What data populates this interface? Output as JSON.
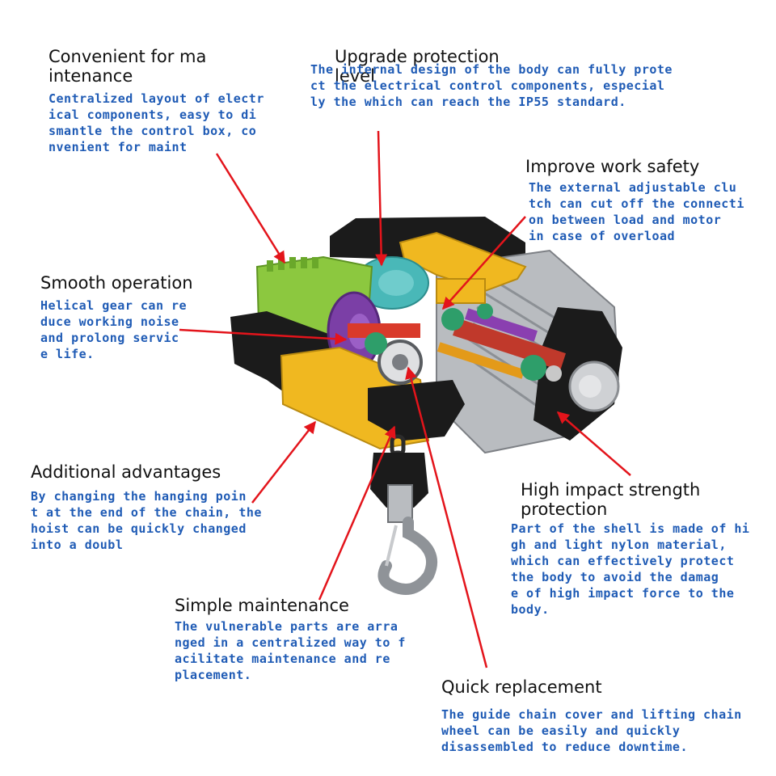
{
  "colors": {
    "arrow": "#e3141b",
    "title_text": "#111111",
    "description_text": "#1f5bb5",
    "shell_black": "#1b1b1b",
    "shell_yellow": "#f0b820",
    "motor_silver": "#b9bcc0",
    "gear_purple": "#7b3fa6",
    "control_green": "#8cc83f",
    "cover_teal": "#49b8b8",
    "hook_steel": "#8f9398"
  },
  "features": [
    {
      "title": "Convenient for ma\nintenance",
      "description": "Centralized layout of electr\nical components, easy to di\nsmantle the control box, co\nnvenient for maint"
    },
    {
      "title": "Upgrade protection\nlevel",
      "description": "The internal design of the body can fully prote\nct the electrical control components, especial\nly the which can reach the IP55 standard."
    },
    {
      "title": "Improve work safety",
      "description": "The external adjustable clu\ntch can cut off the connecti\non between load and motor\n in case of overload"
    },
    {
      "title": "Smooth operation",
      "description": "Helical gear can re\nduce working noise\n and prolong servic\ne life."
    },
    {
      "title": "Additional advantages",
      "description": "By changing the hanging poin\nt at the end of the chain, the\nhoist can be quickly changed\ninto a doubl"
    },
    {
      "title": "High impact strength\nprotection",
      "description": "Part of the shell is made of hi\ngh and light nylon material,\nwhich can effectively protect\nthe body to avoid the damag\ne of high impact force to the\nbody."
    },
    {
      "title": "Simple maintenance",
      "description": "The vulnerable parts are arra\nnged in a centralized way to f\nacilitate maintenance and re\nplacement."
    },
    {
      "title": "Quick replacement",
      "description": "The guide chain cover and lifting chain\n wheel can be easily and quickly\ndisassembled to reduce downtime."
    }
  ]
}
